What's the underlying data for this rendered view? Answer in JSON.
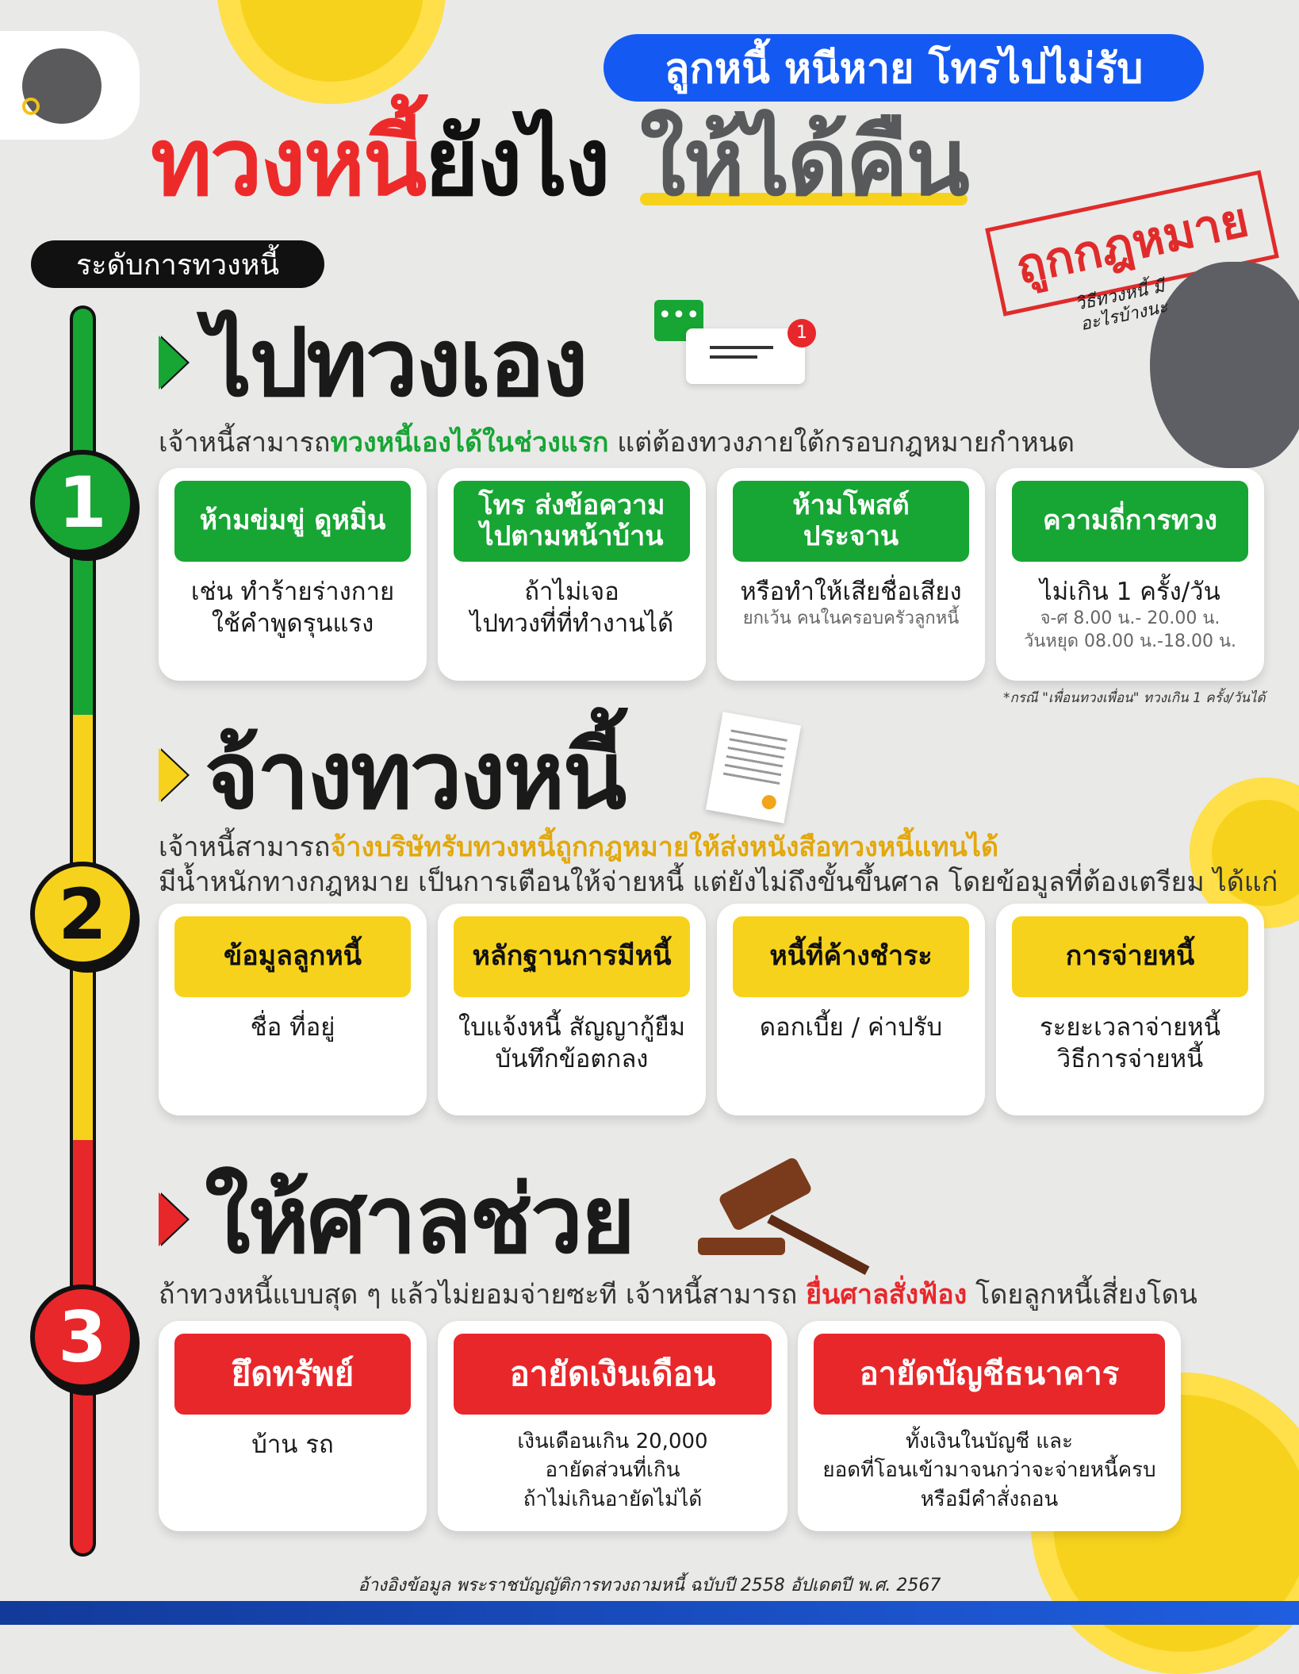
{
  "header": {
    "subtitle": "ลูกหนี้ หนีหาย โทรไปไม่รับ",
    "title_part1": "ทวงหนี้",
    "title_part2": "ยังไง",
    "title_part3": "ให้ได้คืน",
    "stamp": "ถูกกฎหมาย",
    "level_label": "ระดับการทวงหนี้",
    "mascot_speech": "วิธีทวงหนี้ มีอะไรบ้างนะ"
  },
  "colors": {
    "green": "#17a534",
    "yellow": "#f7d21c",
    "red": "#e8272b",
    "blue": "#1459f2"
  },
  "sections": [
    {
      "number": "1",
      "title": "ไปทวงเอง",
      "icon": "chat-message-icon",
      "notification_count": "1",
      "desc_pre": "เจ้าหนี้สามารถ",
      "desc_highlight": "ทวงหนี้เองได้ในช่วงแรก",
      "desc_post": " แต่ต้องทวงภายใต้กรอบกฎหมายกำหนด",
      "cards": [
        {
          "label": "ห้ามข่มขู่ ดูหมิ่น",
          "line1": "เช่น ทำร้ายร่างกาย",
          "line2": "ใช้คำพูดรุนแรง"
        },
        {
          "label": "โทร ส่งข้อความ ไปตามหน้าบ้าน",
          "line1": "ถ้าไม่เจอ",
          "line2": "ไปทวงที่ที่ทำงานได้"
        },
        {
          "label": "ห้ามโพสต์ ประจาน",
          "line1": "หรือทำให้เสียชื่อเสียง",
          "note1": "ยกเว้น คนในครอบครัวลูกหนี้"
        },
        {
          "label": "ความถี่การทวง",
          "line1": "ไม่เกิน 1 ครั้ง/วัน",
          "note1": "จ-ศ 8.00 น.- 20.00 น.",
          "note2": "วันหยุด 08.00 น.-18.00 น."
        }
      ],
      "footnote": "*กรณี \"เพื่อนทวงเพื่อน\" ทวงเกิน 1 ครั้ง/วันได้"
    },
    {
      "number": "2",
      "title": "จ้างทวงหนี้",
      "icon": "document-icon",
      "desc_pre": "เจ้าหนี้สามารถ",
      "desc_highlight": "จ้างบริษัทรับทวงหนี้ถูกกฎหมายให้ส่งหนังสือทวงหนี้แทนได้",
      "desc_line2": "มีน้ำหนักทางกฎหมาย เป็นการเตือนให้จ่ายหนี้ แต่ยังไม่ถึงขั้นขึ้นศาล โดยข้อมูลที่ต้องเตรียม ได้แก่",
      "cards": [
        {
          "label": "ข้อมูลลูกหนี้",
          "line1": "ชื่อ ที่อยู่"
        },
        {
          "label": "หลักฐานการมีหนี้",
          "line1": "ใบแจ้งหนี้ สัญญากู้ยืม",
          "line2": "บันทึกข้อตกลง"
        },
        {
          "label": "หนี้ที่ค้างชำระ",
          "line1": "ดอกเบี้ย / ค่าปรับ"
        },
        {
          "label": "การจ่ายหนี้",
          "line1": "ระยะเวลาจ่ายหนี้",
          "line2": "วิธีการจ่ายหนี้"
        }
      ]
    },
    {
      "number": "3",
      "title": "ให้ศาลช่วย",
      "icon": "gavel-icon",
      "desc_pre": "ถ้าทวงหนี้แบบสุด ๆ แล้วไม่ยอมจ่ายซะที เจ้าหนี้สามารถ ",
      "desc_highlight": "ยื่นศาลสั่งฟ้อง",
      "desc_post": " โดยลูกหนี้เสี่ยงโดน",
      "cards": [
        {
          "label": "ยึดทรัพย์",
          "line1": "บ้าน รถ"
        },
        {
          "label": "อายัดเงินเดือน",
          "s1": "เงินเดือนเกิน 20,000",
          "s2": "อายัดส่วนที่เกิน",
          "s3": "ถ้าไม่เกินอายัดไม่ได้"
        },
        {
          "label": "อายัดบัญชีธนาคาร",
          "s1": "ทั้งเงินในบัญชี และ",
          "s2": "ยอดที่โอนเข้ามาจนกว่าจะจ่ายหนี้ครบ",
          "s3": "หรือมีคำสั่งถอน"
        }
      ]
    }
  ],
  "footer": "อ้างอิงข้อมูล พระราชบัญญัติการทวงถามหนี้ ฉบับปี 2558 อัปเดตปี พ.ศ. 2567"
}
